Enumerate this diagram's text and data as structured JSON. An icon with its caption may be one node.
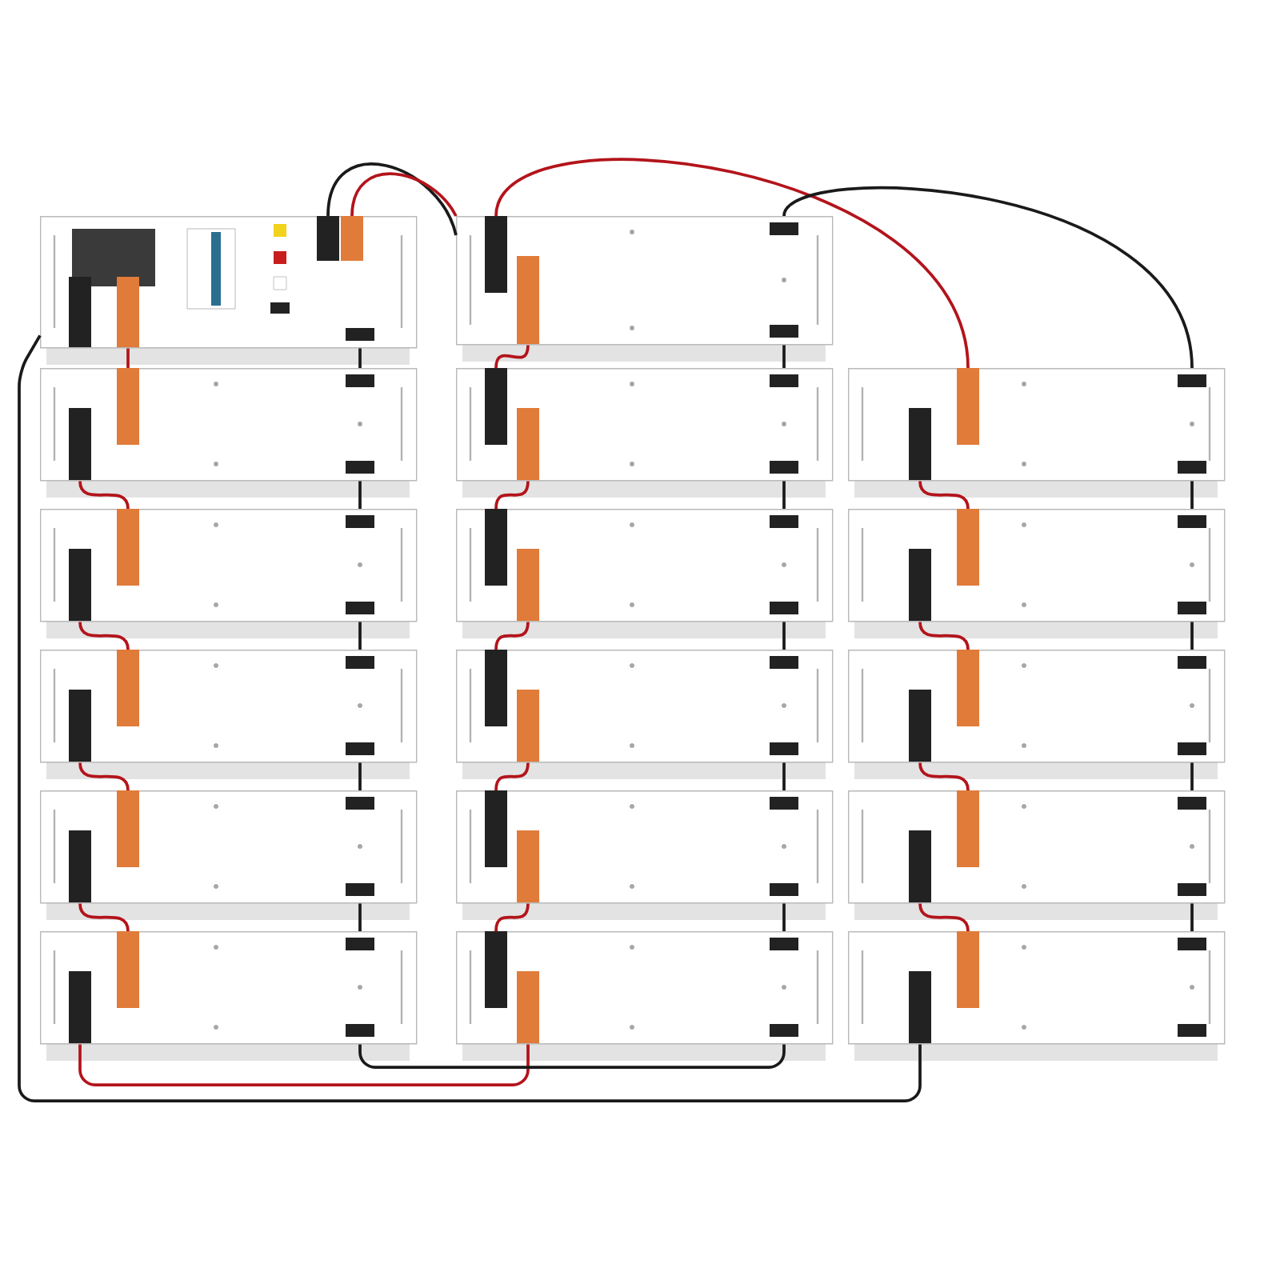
{
  "diagram": {
    "nodes": [
      {
        "text": [],
        "shape": "box"
      },
      {
        "text": [],
        "shape": "box"
      },
      {
        "text": [],
        "shape": "box"
      },
      {
        "text": [],
        "shape": "box"
      },
      {
        "text": [],
        "shape": "box"
      },
      {
        "text": [],
        "shape": "box"
      },
      {
        "text": [],
        "shape": "box"
      },
      {
        "text": [],
        "shape": "box"
      },
      {
        "text": [],
        "shape": "box"
      },
      {
        "text": [],
        "shape": "box"
      },
      {
        "text": [],
        "shape": "box"
      },
      {
        "text": [],
        "shape": "box"
      },
      {
        "text": [],
        "shape": "box"
      },
      {
        "text": [],
        "shape": "box"
      },
      {
        "text": [],
        "shape": "box"
      },
      {
        "text": [],
        "shape": "box"
      },
      {
        "text": [],
        "shape": "box"
      }
    ],
    "edges": [
      {
        "from": 0,
        "to": 1,
        "arrow": "none",
        "color": "#b3141b"
      },
      {
        "from": 1,
        "to": 2,
        "arrow": "none",
        "color": "#b3141b"
      },
      {
        "from": 2,
        "to": 3,
        "arrow": "none",
        "color": "#b3141b"
      },
      {
        "from": 3,
        "to": 4,
        "arrow": "none",
        "color": "#b3141b"
      },
      {
        "from": 4,
        "to": 5,
        "arrow": "none",
        "color": "#b3141b"
      },
      {
        "from": 0,
        "to": 1,
        "arrow": "none"
      },
      {
        "from": 1,
        "to": 2,
        "arrow": "none"
      },
      {
        "from": 2,
        "to": 3,
        "arrow": "none"
      },
      {
        "from": 3,
        "to": 4,
        "arrow": "none"
      },
      {
        "from": 4,
        "to": 5,
        "arrow": "none"
      },
      {
        "from": 6,
        "to": 7,
        "arrow": "none",
        "color": "#b3141b"
      },
      {
        "from": 7,
        "to": 8,
        "arrow": "none",
        "color": "#b3141b"
      },
      {
        "from": 8,
        "to": 9,
        "arrow": "none",
        "color": "#b3141b"
      },
      {
        "from": 9,
        "to": 10,
        "arrow": "none",
        "color": "#b3141b"
      },
      {
        "from": 10,
        "to": 11,
        "arrow": "none",
        "color": "#b3141b"
      },
      {
        "from": 6,
        "to": 7,
        "arrow": "none"
      },
      {
        "from": 7,
        "to": 8,
        "arrow": "none"
      },
      {
        "from": 8,
        "to": 9,
        "arrow": "none"
      },
      {
        "from": 9,
        "to": 10,
        "arrow": "none"
      },
      {
        "from": 10,
        "to": 11,
        "arrow": "none"
      },
      {
        "from": 12,
        "to": 13,
        "arrow": "none",
        "color": "#b3141b"
      },
      {
        "from": 13,
        "to": 14,
        "arrow": "none",
        "color": "#b3141b"
      },
      {
        "from": 14,
        "to": 15,
        "arrow": "none",
        "color": "#b3141b"
      },
      {
        "from": 15,
        "to": 16,
        "arrow": "none",
        "color": "#b3141b"
      },
      {
        "from": 12,
        "to": 13,
        "arrow": "none"
      },
      {
        "from": 13,
        "to": 14,
        "arrow": "none"
      },
      {
        "from": 14,
        "to": 15,
        "arrow": "none"
      },
      {
        "from": 15,
        "to": 16,
        "arrow": "none"
      },
      {
        "from": 0,
        "to": 6,
        "arrow": "none"
      },
      {
        "from": 0,
        "to": 6,
        "arrow": "none",
        "color": "#b3141b"
      },
      {
        "from": 6,
        "to": 12,
        "arrow": "none",
        "color": "#b3141b"
      },
      {
        "from": 6,
        "to": 12,
        "arrow": "none"
      },
      {
        "from": 0,
        "to": 16,
        "arrow": "none"
      },
      {
        "from": 5,
        "to": 11,
        "arrow": "none",
        "color": "#b3141b"
      },
      {
        "from": 5,
        "to": 11,
        "arrow": "none"
      }
    ]
  }
}
